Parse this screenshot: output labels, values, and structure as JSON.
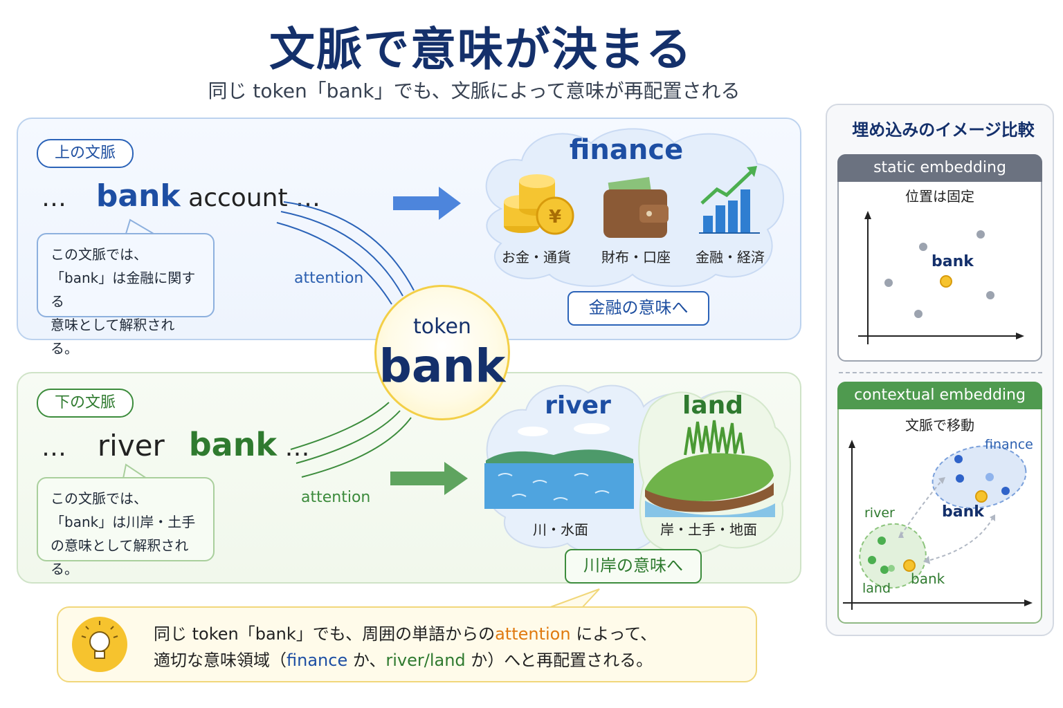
{
  "title": "文脈で意味が決まる",
  "subtitle": "同じ token「bank」でも、文脈によって意味が再配置される",
  "top_context": {
    "badge": "上の文脈",
    "sentence_prefix": "…",
    "sentence_keyword": "bank",
    "sentence_suffix": "account …",
    "explanation_lines": [
      "この文脈では、",
      "「bank」は金融に関する",
      "意味として解釈される。"
    ],
    "attention_label": "attention",
    "cloud_title": "finance",
    "cloud_items": [
      "お金・通貨",
      "財布・口座",
      "金融・経済"
    ],
    "result_tag": "金融の意味へ"
  },
  "bottom_context": {
    "badge": "下の文脈",
    "sentence_prefix": "…",
    "sentence_word": "river",
    "sentence_keyword": "bank",
    "sentence_suffix": "…",
    "explanation_lines": [
      "この文脈では、",
      "「bank」は川岸・土手",
      "の意味として解釈される。"
    ],
    "attention_label": "attention",
    "river_title": "river",
    "river_caption": "川・水面",
    "land_title": "land",
    "land_caption": "岸・土手・地面",
    "result_tag": "川岸の意味へ"
  },
  "token": {
    "small": "token",
    "big": "bank"
  },
  "note": {
    "line1_a": "同じ token「bank」でも、周囲の単語からの",
    "line1_hl": "attention",
    "line1_b": " によって、",
    "line2_a": "適切な意味領域（",
    "line2_finance": "finance",
    "line2_b": " か、",
    "line2_riverland": "river/land",
    "line2_c": " か）へと再配置される。"
  },
  "side_panel": {
    "title": "埋め込みのイメージ比較",
    "static": {
      "header": "static embedding",
      "subtitle": "位置は固定",
      "point_label": "bank"
    },
    "contextual": {
      "header": "contextual embedding",
      "subtitle": "文脈で移動",
      "labels": {
        "finance": "finance",
        "bank_upper": "bank",
        "river": "river",
        "land": "land",
        "bank_lower": "bank"
      }
    }
  },
  "colors": {
    "navy": "#14306b",
    "blue": "#1d4ea3",
    "green": "#2f7a2f",
    "gold": "#f6c32e",
    "orange": "#e07a10"
  }
}
